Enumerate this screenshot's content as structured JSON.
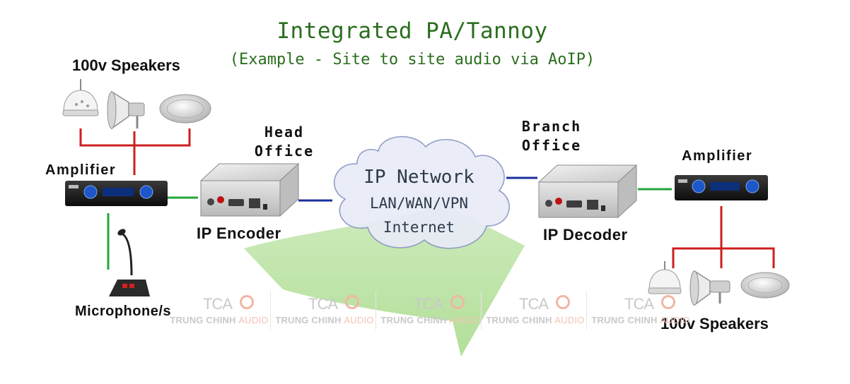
{
  "title": "Integrated PA/Tannoy",
  "subtitle": "(Example - Site to site audio via AoIP)",
  "labels": {
    "speakers_left": "100v Speakers",
    "speakers_right": "100v Speakers",
    "amplifier_left": "Amplifier",
    "amplifier_right": "Amplifier",
    "head_office_1": "Head",
    "head_office_2": "Office",
    "branch_office_1": "Branch",
    "branch_office_2": "Office",
    "encoder": "IP Encoder",
    "decoder": "IP Decoder",
    "microphone": "Microphone/s"
  },
  "cloud": {
    "line1": "IP Network",
    "line2": "LAN/WAN/VPN",
    "line3": "Internet"
  },
  "watermark": {
    "logo": "TCA",
    "sub_bold": "TRUNG CHINH",
    "sub_light": "AUDIO"
  },
  "colors": {
    "title": "#2a6e1e",
    "speaker_wire": "#cc1f1f",
    "audio_link": "#22a63a",
    "network_link": "#1a2f9c",
    "cloud_fill": "#e9ecf8",
    "arrow": "#b8e0a2"
  }
}
